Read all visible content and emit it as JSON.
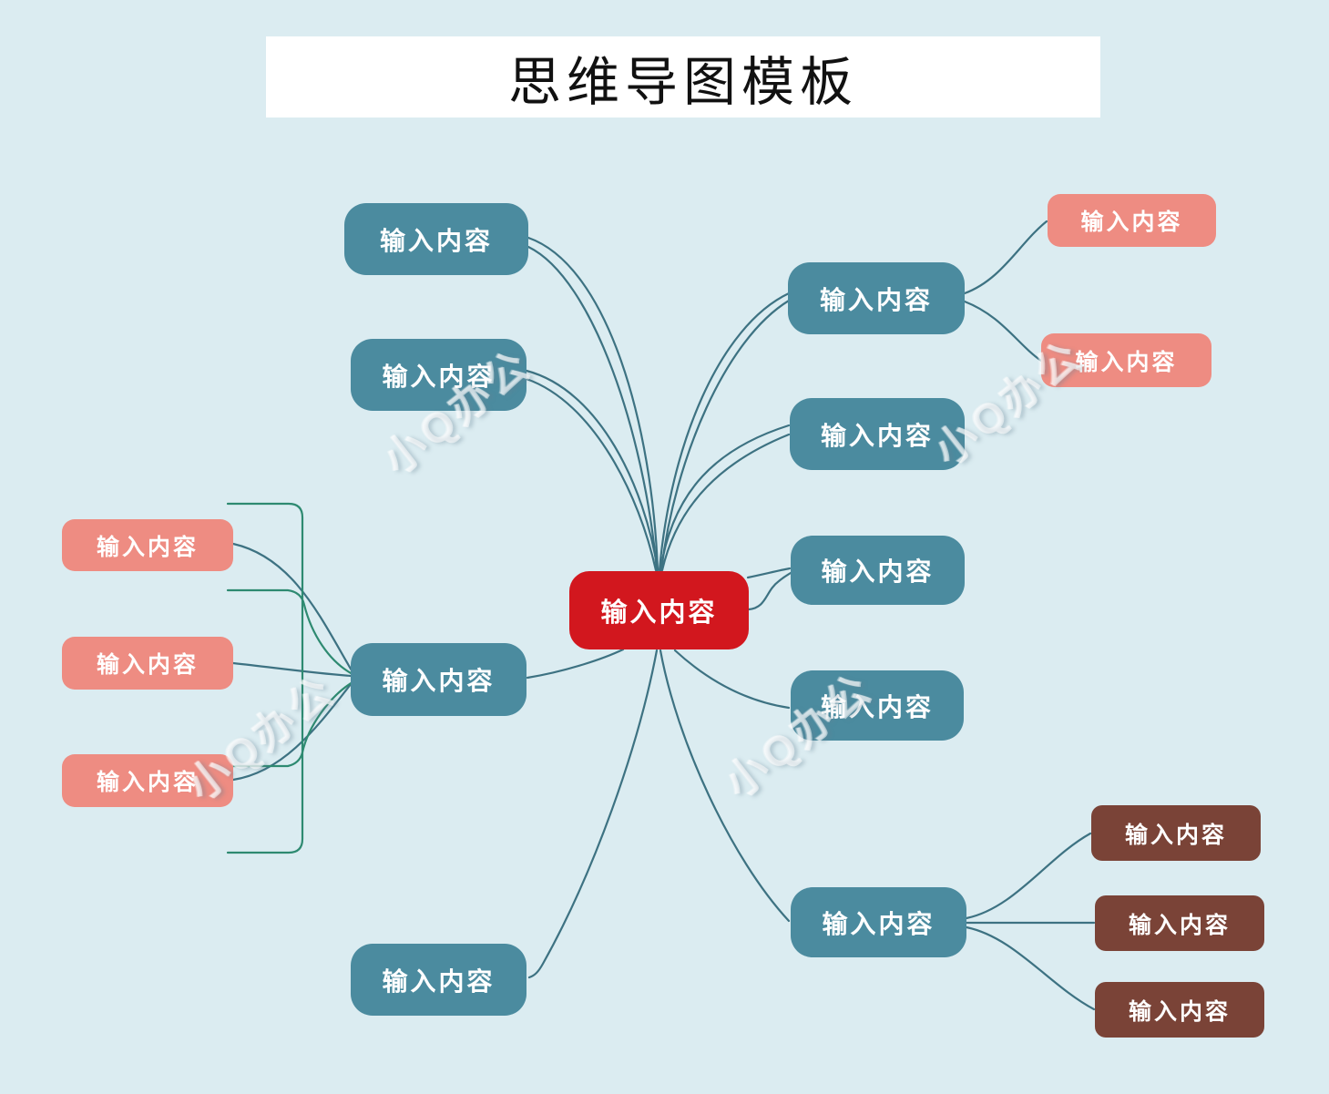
{
  "title": "思维导图模板",
  "watermark_text": "小Q办公",
  "colors": {
    "background": "#dbecf1",
    "title_bg": "#ffffff",
    "title_text": "#111111",
    "central": "#d2171e",
    "branch": "#4b8b9f",
    "pink": "#ee8c82",
    "brown": "#7a4337",
    "connector": "#3d7282",
    "bracket": "#2e8a71",
    "node_text": "#ffffff"
  },
  "nodes": [
    {
      "id": "central",
      "label": "输入内容",
      "role": "central-topic"
    },
    {
      "id": "branch-top-left",
      "label": "输入内容",
      "role": "branch"
    },
    {
      "id": "branch-mid-left-upper",
      "label": "输入内容",
      "role": "branch"
    },
    {
      "id": "branch-left",
      "label": "输入内容",
      "role": "branch"
    },
    {
      "id": "branch-bottom-left",
      "label": "输入内容",
      "role": "branch"
    },
    {
      "id": "branch-top-right",
      "label": "输入内容",
      "role": "branch"
    },
    {
      "id": "branch-right-1",
      "label": "输入内容",
      "role": "branch"
    },
    {
      "id": "branch-right-2",
      "label": "输入内容",
      "role": "branch"
    },
    {
      "id": "branch-right-3",
      "label": "输入内容",
      "role": "branch"
    },
    {
      "id": "branch-bottom-right",
      "label": "输入内容",
      "role": "branch"
    },
    {
      "id": "sub-pink-left-1",
      "label": "输入内容",
      "role": "sub-topic"
    },
    {
      "id": "sub-pink-left-2",
      "label": "输入内容",
      "role": "sub-topic"
    },
    {
      "id": "sub-pink-left-3",
      "label": "输入内容",
      "role": "sub-topic"
    },
    {
      "id": "sub-pink-right-1",
      "label": "输入内容",
      "role": "sub-topic"
    },
    {
      "id": "sub-pink-right-2",
      "label": "输入内容",
      "role": "sub-topic"
    },
    {
      "id": "sub-brown-1",
      "label": "输入内容",
      "role": "sub-topic"
    },
    {
      "id": "sub-brown-2",
      "label": "输入内容",
      "role": "sub-topic"
    },
    {
      "id": "sub-brown-3",
      "label": "输入内容",
      "role": "sub-topic"
    }
  ]
}
